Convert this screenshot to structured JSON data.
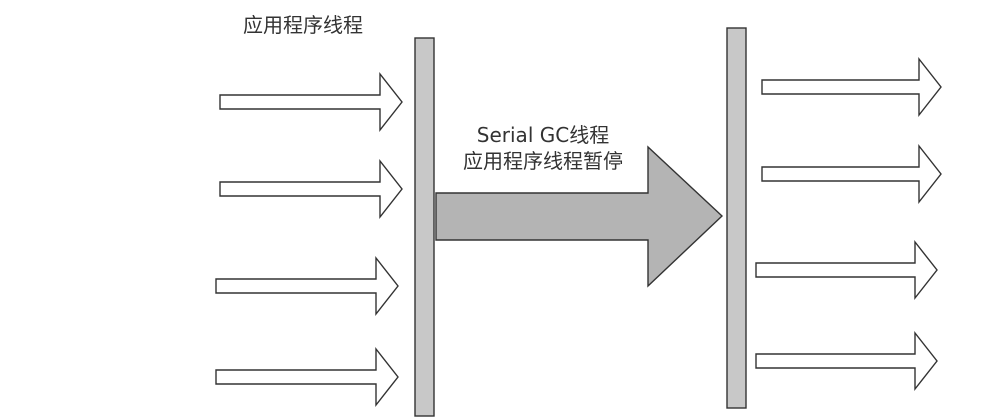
{
  "diagram": {
    "title": "应用程序线程",
    "gc_label_line1": "Serial GC线程",
    "gc_label_line2": "应用程序线程暂停",
    "incoming_threads": 4,
    "outgoing_threads": 4,
    "colors": {
      "stroke": "#333333",
      "barrier_fill": "#c8c8c8",
      "gc_arrow_fill": "#b4b4b4",
      "thread_arrow_fill": "#ffffff"
    }
  }
}
